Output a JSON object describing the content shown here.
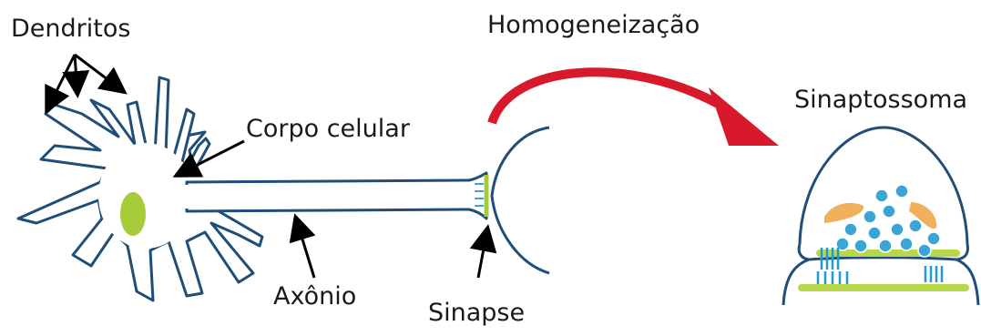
{
  "labels": {
    "dendritos": "Dendritos",
    "corpo_celular": "Corpo celular",
    "axonio": "Axônio",
    "sinapse": "Sinapse",
    "homogeneizacao": "Homogeneização",
    "sinaptossoma": "Sinaptossoma"
  },
  "colors": {
    "outline": "#1f4e79",
    "arrow_red": "#d7192b",
    "nucleus": "#a7cc3a",
    "vesicle": "#3aa6d8",
    "mitochondria": "#f1b15c",
    "membrane_green": "#b6d84a",
    "receptor": "#1e9bd7"
  }
}
